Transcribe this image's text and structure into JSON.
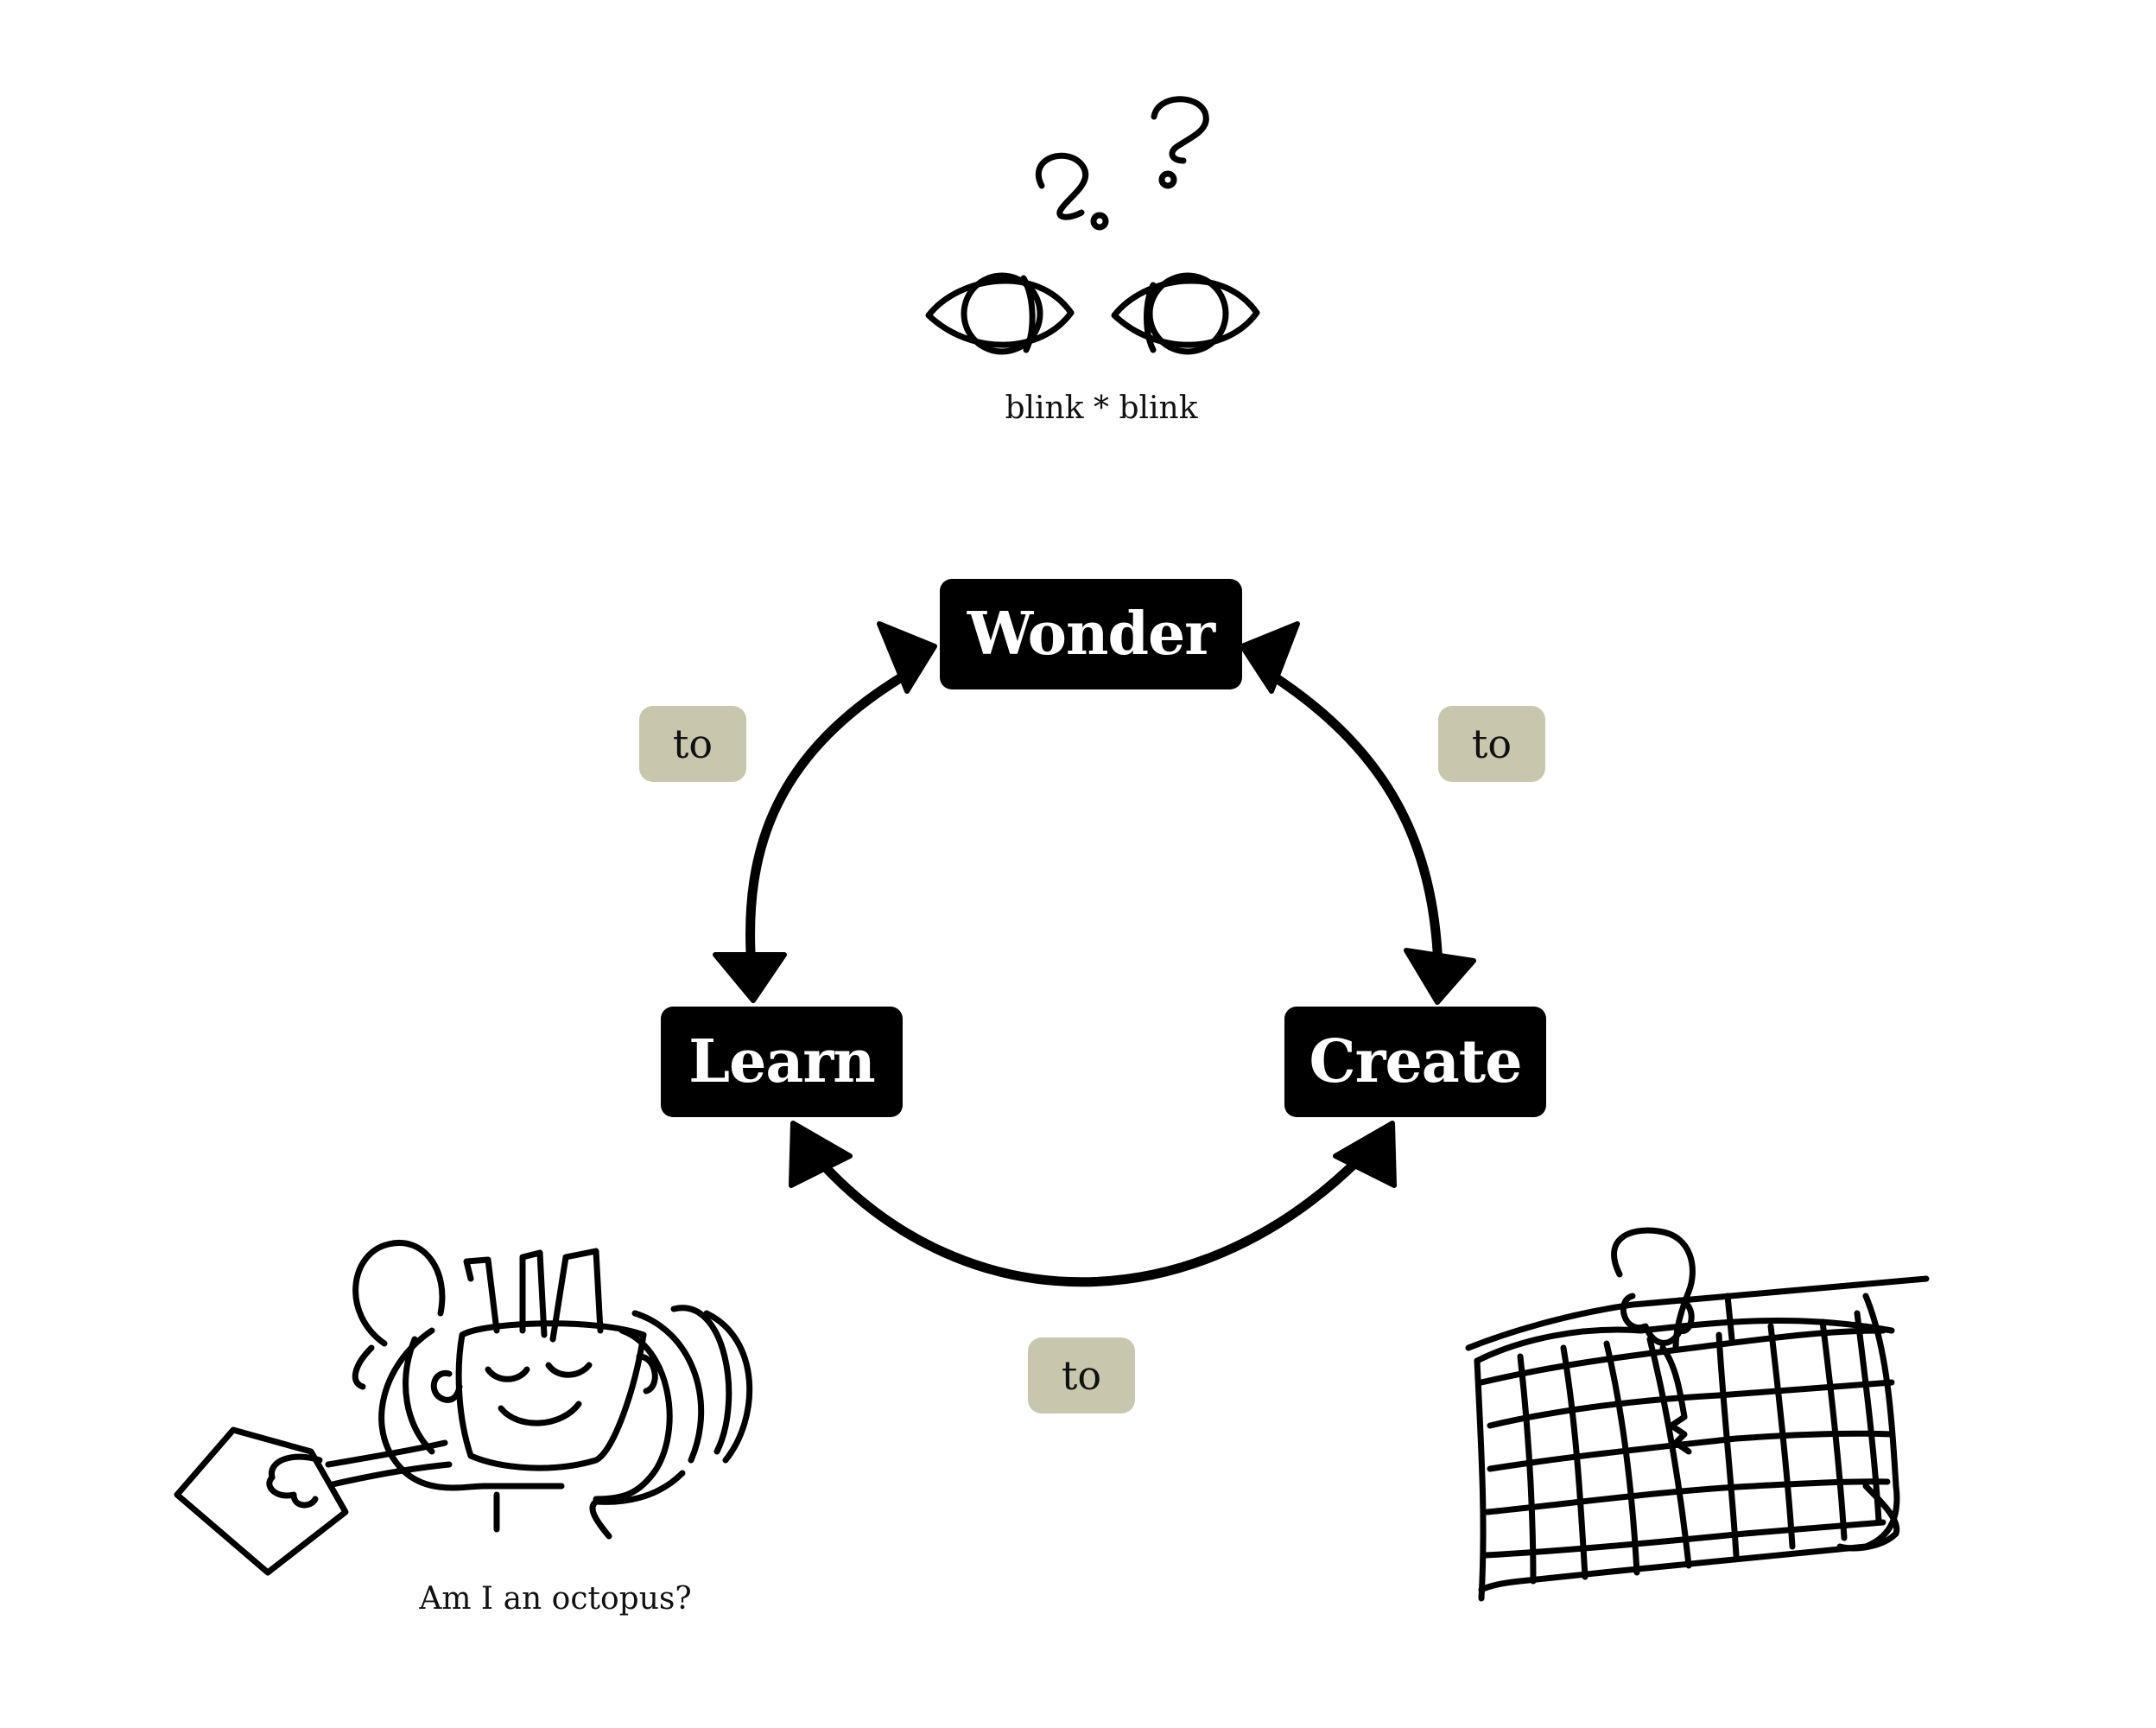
{
  "nodes": {
    "wonder": "Wonder",
    "learn": "Learn",
    "create": "Create"
  },
  "edges": {
    "wonder_learn": "to",
    "wonder_create": "to",
    "learn_create": "to"
  },
  "captions": {
    "eyes": "blink * blink",
    "octopus": "Am I an octopus?"
  },
  "colors": {
    "node_fill": "#000000",
    "node_text": "#ffffff",
    "edge_label_fill": "#c8c7ae",
    "line": "#000000",
    "background": "#ffffff"
  },
  "icons": [
    "question-marks-icon",
    "eyes-icon",
    "octopus-sketch-icon",
    "grid-net-sketch-icon"
  ]
}
